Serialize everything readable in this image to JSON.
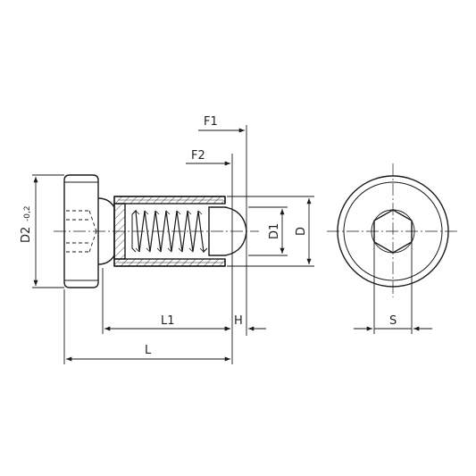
{
  "drawing": {
    "line_color": "#1a1a1a",
    "background": "#ffffff",
    "labels": {
      "f1": "F1",
      "f2": "F2",
      "d2": "D2",
      "d2_tolerance": "-0,2",
      "d1": "D1",
      "d": "D",
      "l1": "L1",
      "h": "H",
      "l": "L",
      "s": "S"
    }
  }
}
